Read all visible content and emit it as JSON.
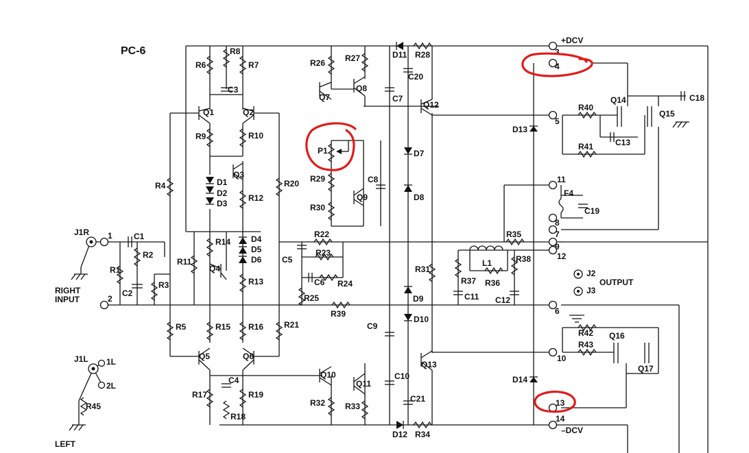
{
  "board": {
    "title": "PC-6"
  },
  "rails": {
    "positive": "+DCV",
    "negative": "–DCV"
  },
  "jacks": {
    "j1r": "J1R",
    "j1l": "J1L",
    "j2": "J2",
    "j3": "J3",
    "right_input": [
      "RIGHT",
      "INPUT"
    ],
    "left_input": "LEFT",
    "output": "OUTPUT"
  },
  "terminals": [
    "1",
    "2",
    "1L",
    "2L",
    "3",
    "4",
    "5",
    "6",
    "7",
    "8",
    "9",
    "10",
    "11",
    "12",
    "13",
    "14"
  ],
  "resistors": [
    "R1",
    "R2",
    "R3",
    "R4",
    "R5",
    "R6",
    "R7",
    "R8",
    "R9",
    "R10",
    "R11",
    "R12",
    "R13",
    "R14",
    "R15",
    "R16",
    "R17",
    "R18",
    "R19",
    "R20",
    "R21",
    "R22",
    "R23",
    "R24",
    "R25",
    "R26",
    "R27",
    "R28",
    "R29",
    "R30",
    "R31",
    "R32",
    "R33",
    "R34",
    "R35",
    "R36",
    "R37",
    "R38",
    "R39",
    "R40",
    "R41",
    "R42",
    "R43",
    "R45"
  ],
  "capacitors": [
    "C1",
    "C2",
    "C3",
    "C4",
    "C5",
    "C6",
    "C7",
    "C8",
    "C9",
    "C10",
    "C11",
    "C12",
    "C13",
    "C18",
    "C19",
    "C20",
    "C21"
  ],
  "transistors": [
    "Q1",
    "Q2",
    "Q3",
    "Q4",
    "Q5",
    "Q6",
    "Q7",
    "Q8",
    "Q9",
    "Q10",
    "Q11",
    "Q12",
    "Q13",
    "Q14",
    "Q15",
    "Q16",
    "Q17"
  ],
  "diodes": [
    "D1",
    "D2",
    "D3",
    "D4",
    "D5",
    "D6",
    "D7",
    "D8",
    "D9",
    "D10",
    "D11",
    "D12",
    "D13",
    "D14"
  ],
  "others": {
    "pot": "P1",
    "inductor": "L1",
    "fuse": "F4"
  },
  "highlights": [
    "terminal-4",
    "pot-p1",
    "terminal-13"
  ]
}
